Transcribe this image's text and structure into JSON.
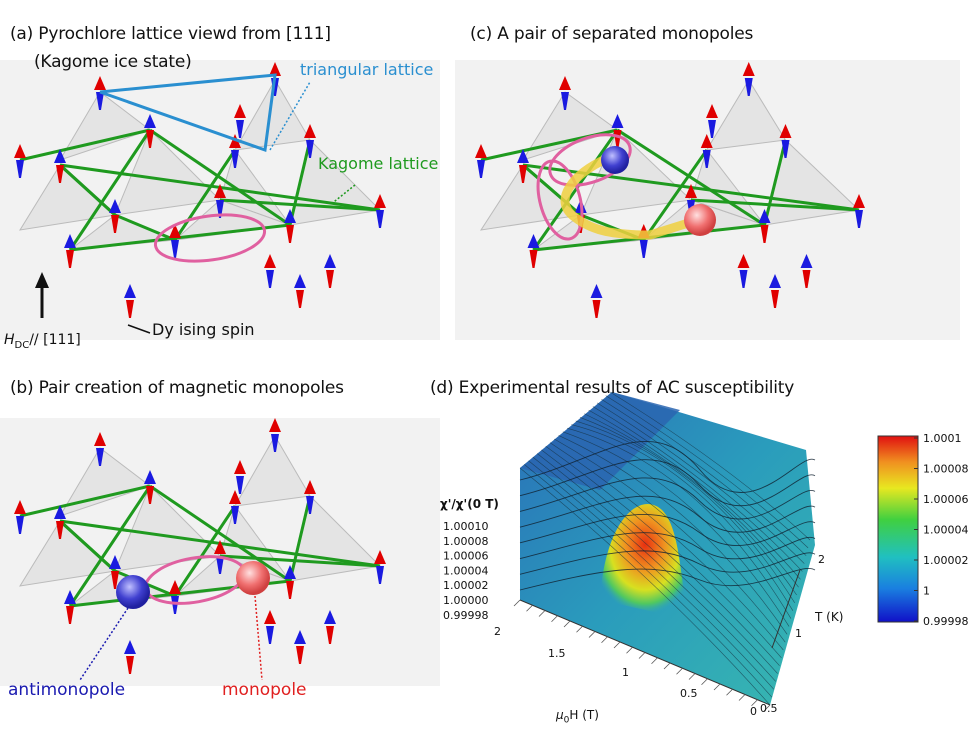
{
  "panels": {
    "a": {
      "title": "(a) Pyrochlore lattice viewd from [111]",
      "subtitle": "(Kagome ice state)",
      "triangular": "triangular lattice",
      "kagome": "Kagome lattice",
      "dy": "Dy ising spin",
      "field_sym": "H",
      "field_sub": "DC",
      "field_dir": "// [111]"
    },
    "b": {
      "title": "(b) Pair creation of magnetic monopoles",
      "antimonopole": "antimonopole",
      "monopole": "monopole"
    },
    "c": {
      "title": "(c) A pair of separated monopoles"
    },
    "d": {
      "title": "(d) Experimental results of AC susceptibility",
      "zlabel": "χ'/χ'(0 T)",
      "zticks": [
        "1.00010",
        "1.00008",
        "1.00006",
        "1.00004",
        "1.00002",
        "1.00000",
        "0.99998"
      ],
      "xticks": [
        "2",
        "1.5",
        "1",
        "0.5",
        "0"
      ],
      "xlabel_sym": "μ",
      "xlabel_sub": "0",
      "xlabel_rest": "H (T)",
      "yticks": [
        "0.5",
        "1",
        "2"
      ],
      "ylabel": "T (K)",
      "colorbar": [
        "1.0001",
        "1.00008",
        "1.00006",
        "1.00004",
        "1.00002",
        "1",
        "0.99998"
      ]
    }
  },
  "colors": {
    "spin_up": "#e00000",
    "spin_down": "#1a1ae0",
    "kagome": "#1f9a1f",
    "triangular": "#2a8fd0",
    "ellipse": "#e060a0",
    "antimonopole_text": "#1a1ab0",
    "monopole_text": "#e02020"
  },
  "chart_data": {
    "type": "surface",
    "title": "",
    "xlabel": "μ0H (T)",
    "ylabel": "T (K)",
    "zlabel": "χ'/χ'(0 T)",
    "xlim": [
      0,
      2
    ],
    "ylim": [
      0.5,
      2
    ],
    "zlim": [
      0.99998,
      1.0001
    ],
    "peak": {
      "x": 0.95,
      "y": 0.8,
      "z": 1.0001
    },
    "colorbar_ticks": [
      1.0001,
      1.00008,
      1.00006,
      1.00004,
      1.00002,
      1,
      0.99998
    ]
  }
}
